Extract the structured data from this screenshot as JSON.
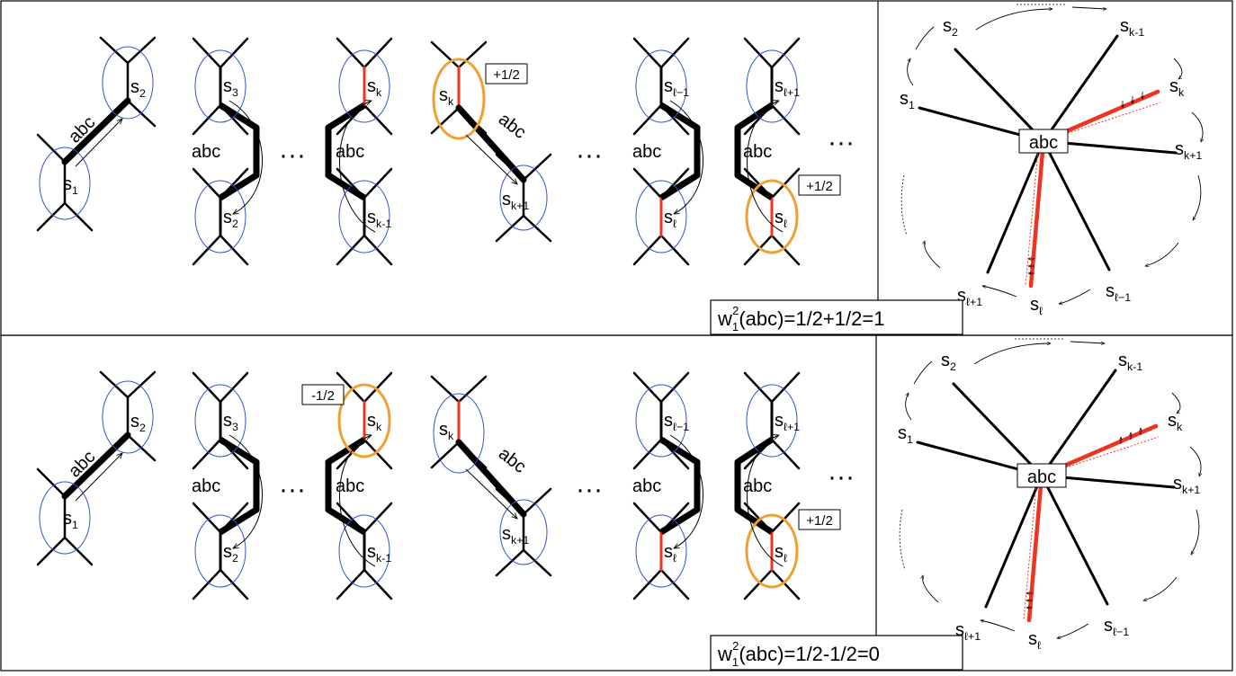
{
  "panels": [
    {
      "formula": {
        "w": "w",
        "sub": "1",
        "sup": "2",
        "rest": "(abc)=1/2+1/2=1"
      },
      "left": {
        "edge_label": "abc",
        "ellipsis": "···",
        "diagrams": [
          {
            "labels": [
              {
                "b": "s",
                "s": "1"
              },
              {
                "b": "s",
                "s": "2"
              }
            ]
          },
          {
            "labels": [
              {
                "b": "s",
                "s": "3"
              },
              {
                "b": "s",
                "s": "2"
              }
            ]
          },
          {
            "labels": [
              {
                "b": "s",
                "s": "k"
              },
              {
                "b": "s",
                "s": "k-1"
              }
            ]
          },
          {
            "labels": [
              {
                "b": "s",
                "s": "k"
              },
              {
                "b": "s",
                "s": "k+1"
              }
            ],
            "badge": "+1/2"
          },
          {
            "labels": [
              {
                "b": "s",
                "s": "ℓ−1"
              },
              {
                "b": "s",
                "s": "ℓ"
              }
            ]
          },
          {
            "labels": [
              {
                "b": "s",
                "s": "ℓ+1"
              },
              {
                "b": "s",
                "s": "ℓ"
              }
            ],
            "badge": "+1/2"
          }
        ]
      },
      "star": {
        "center": "abc",
        "nodes": [
          {
            "b": "s",
            "s": "2"
          },
          {
            "b": "s",
            "s": "k-1"
          },
          {
            "b": "s",
            "s": "1"
          },
          {
            "b": "s",
            "s": "k"
          },
          {
            "b": "s",
            "s": "k+1"
          },
          {
            "b": "s",
            "s": "ℓ+1"
          },
          {
            "b": "s",
            "s": "ℓ"
          },
          {
            "b": "s",
            "s": "ℓ−1"
          }
        ]
      }
    },
    {
      "formula": {
        "w": "w",
        "sub": "1",
        "sup": "2",
        "rest": "(abc)=1/2-1/2=0"
      },
      "left": {
        "edge_label": "abc",
        "ellipsis": "···",
        "diagrams": [
          {
            "labels": [
              {
                "b": "s",
                "s": "1"
              },
              {
                "b": "s",
                "s": "2"
              }
            ]
          },
          {
            "labels": [
              {
                "b": "s",
                "s": "3"
              },
              {
                "b": "s",
                "s": "2"
              }
            ]
          },
          {
            "labels": [
              {
                "b": "s",
                "s": "k"
              },
              {
                "b": "s",
                "s": "k-1"
              }
            ],
            "badge": "-1/2"
          },
          {
            "labels": [
              {
                "b": "s",
                "s": "k"
              },
              {
                "b": "s",
                "s": "k+1"
              }
            ]
          },
          {
            "labels": [
              {
                "b": "s",
                "s": "ℓ−1"
              },
              {
                "b": "s",
                "s": "ℓ"
              }
            ]
          },
          {
            "labels": [
              {
                "b": "s",
                "s": "ℓ+1"
              },
              {
                "b": "s",
                "s": "ℓ"
              }
            ],
            "badge": "+1/2"
          }
        ]
      },
      "star": {
        "center": "abc",
        "nodes": [
          {
            "b": "s",
            "s": "2"
          },
          {
            "b": "s",
            "s": "k-1"
          },
          {
            "b": "s",
            "s": "1"
          },
          {
            "b": "s",
            "s": "k"
          },
          {
            "b": "s",
            "s": "k+1"
          },
          {
            "b": "s",
            "s": "ℓ+1"
          },
          {
            "b": "s",
            "s": "ℓ"
          },
          {
            "b": "s",
            "s": "ℓ−1"
          }
        ]
      }
    }
  ],
  "colors": {
    "line": "#000000",
    "red": "#ee3322",
    "orange": "#f0a030",
    "blue": "#3355cc",
    "frame": "#000000"
  }
}
